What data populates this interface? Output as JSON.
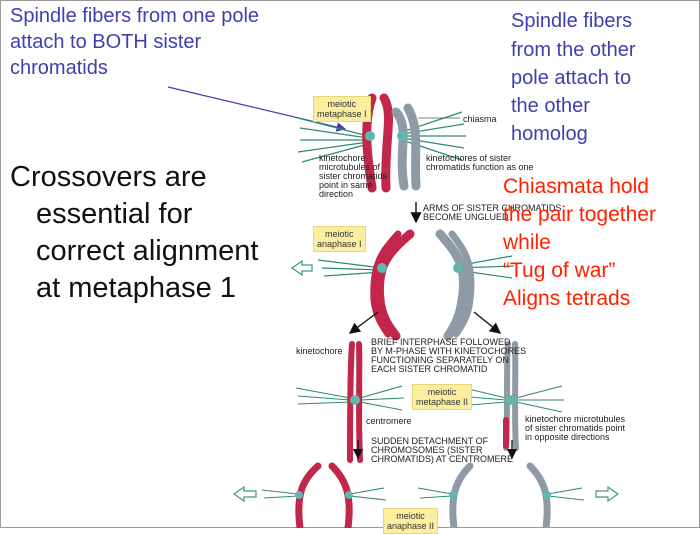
{
  "annotations": {
    "left_top": [
      "Spindle fibers from one pole",
      "attach to BOTH sister",
      "chromatids"
    ],
    "right_top": [
      "Spindle fibers",
      "from the other",
      "pole attach to",
      "the other",
      "homolog"
    ],
    "left_main": [
      "Crossovers are",
      "essential for",
      "correct alignment",
      "at metaphase 1"
    ],
    "right_red": [
      "Chiasmata  hold",
      "the pair together",
      "while",
      "“Tug of war”",
      "Aligns tetrads"
    ]
  },
  "figure": {
    "phase_labels": {
      "metaphase_1": [
        "meiotic",
        "metaphase I"
      ],
      "anaphase_1": [
        "meiotic",
        "anaphase I"
      ],
      "metaphase_2": [
        "meiotic",
        "metaphase II"
      ],
      "anaphase_2": [
        "meiotic",
        "anaphase II"
      ]
    },
    "labels": {
      "chiasma": "chiasma",
      "kinetochore_microtubules": [
        "kinetochore",
        "microtubules of",
        "sister chromatids",
        "point in same",
        "direction"
      ],
      "kinetochores_sister": [
        "kinetochores of sister",
        "chromatids function as one"
      ],
      "arms_unglued": [
        "ARMS OF SISTER CHROMATIDS",
        "BECOME UNGLUED"
      ],
      "brief_interphase": [
        "BRIEF INTERPHASE FOLLOWED",
        "BY M-PHASE WITH KINETOCHORES",
        "FUNCTIONING SEPARATELY ON",
        "EACH SISTER CHROMATID"
      ],
      "kinetochore": "kinetochore",
      "centromere": "centromere",
      "microtubules_opposite": [
        "kinetochore microtubules",
        "of sister chromatids point",
        "in opposite directions"
      ],
      "sudden_detachment": [
        "SUDDEN DETACHMENT OF",
        "CHROMOSOMES (SISTER",
        "CHROMATIDS) AT CENTROMERE"
      ]
    },
    "colors": {
      "red_chromatid": "#c2264b",
      "grey_chromatid": "#8e9aa5",
      "spindle": "#2f8a6a",
      "kinetochore": "#5fb7b0"
    }
  }
}
